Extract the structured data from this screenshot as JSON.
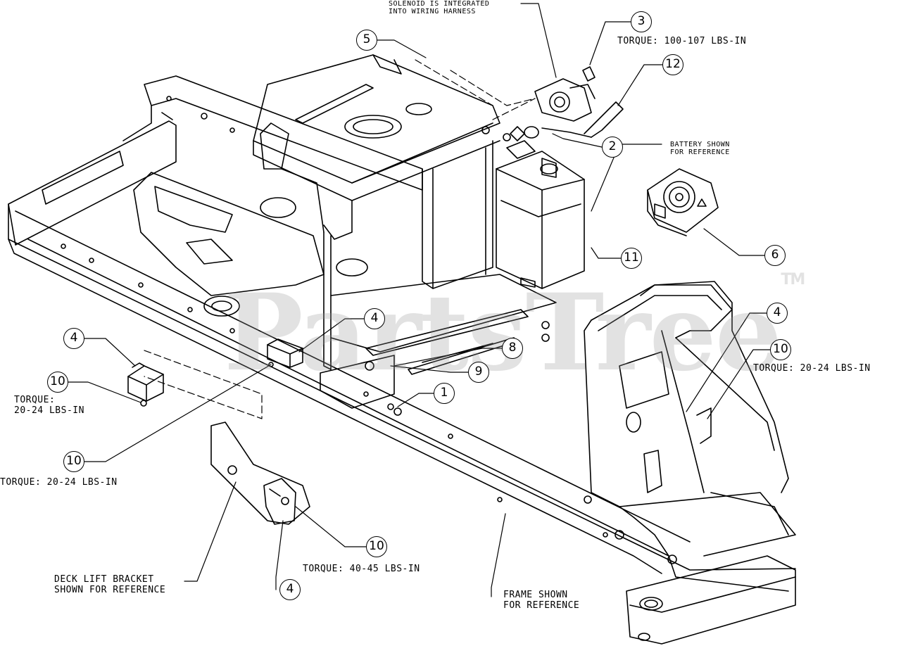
{
  "watermark": {
    "text": "PartsTree",
    "trademark": "TM"
  },
  "notes": {
    "solenoid": "SOLENOID IS INTEGRATED\nINTO WIRING HARNESS",
    "torque_3": "TORQUE: 100-107 LBS-IN",
    "battery": "BATTERY SHOWN\nFOR REFERENCE",
    "torque_10_right": "TORQUE: 20-24 LBS-IN",
    "torque_10_left": "TORQUE:\n20-24 LBS-IN",
    "torque_10_mid": "TORQUE: 20-24 LBS-IN",
    "torque_10_bottom": "TORQUE: 40-45 LBS-IN",
    "deck_lift": "DECK LIFT BRACKET\nSHOWN FOR REFERENCE",
    "frame": "FRAME SHOWN\nFOR REFERENCE"
  },
  "callouts": {
    "c3": "3",
    "c5": "5",
    "c12": "12",
    "c2": "2",
    "c6": "6",
    "c11": "11",
    "c4_mid": "4",
    "c8": "8",
    "c9": "9",
    "c1": "1",
    "c4_right": "4",
    "c10_right": "10",
    "c4_left": "4",
    "c10_left": "10",
    "c10_mid": "10",
    "c10_bottom": "10",
    "c4_bottom": "4"
  }
}
